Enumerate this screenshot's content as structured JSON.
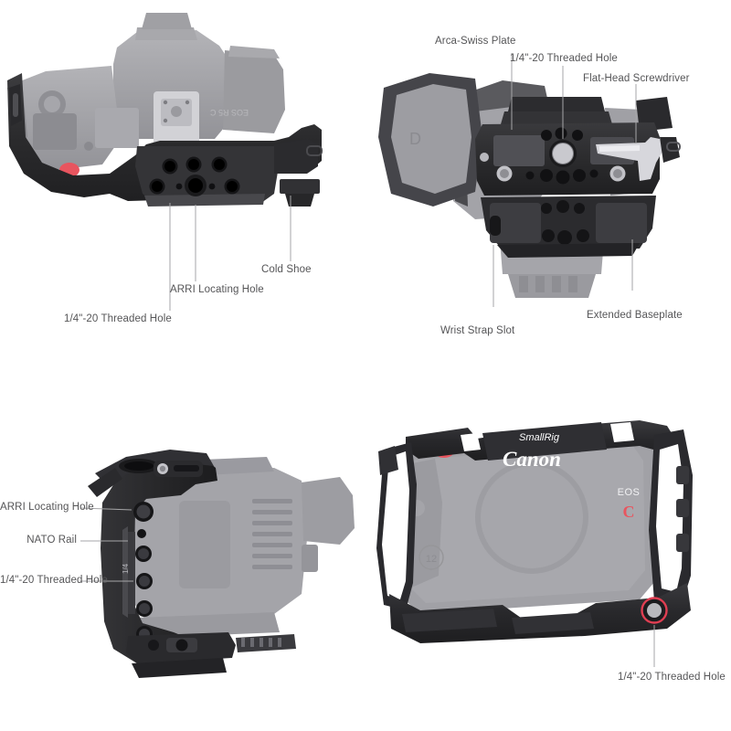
{
  "background_color": "#ffffff",
  "label_color": "#555557",
  "leader_color": "#9a9a9c",
  "accent_red": "#e8555f",
  "cage_color": "#2e2e30",
  "body_color": "#9d9da1",
  "panels": {
    "top_left": {
      "name": "top-down view with camera",
      "camera_marking": "EOS R5 C",
      "callouts": [
        {
          "label": "Cold Shoe"
        },
        {
          "label": "ARRI Locating Hole"
        },
        {
          "label": "1/4\"-20 Threaded Hole"
        }
      ]
    },
    "top_right": {
      "name": "bottom baseplate view",
      "callouts": [
        {
          "label": "Arca-Swiss Plate"
        },
        {
          "label": "1/4\"-20 Threaded Hole"
        },
        {
          "label": "Flat-Head Screwdriver"
        },
        {
          "label": "Extended Baseplate"
        },
        {
          "label": "Wrist Strap Slot"
        }
      ]
    },
    "bottom_left": {
      "name": "side profile view",
      "rail_marking": "1/4",
      "callouts": [
        {
          "label": "ARRI Locating Hole"
        },
        {
          "label": "NATO Rail"
        },
        {
          "label": "1/4\"-20 Threaded Hole"
        }
      ]
    },
    "bottom_right": {
      "name": "rear view with branding",
      "brand_cage": "SmallRig",
      "brand_camera": "Canon",
      "brand_series": "EOS",
      "brand_logo": "C",
      "body_marking": "12",
      "callouts": [
        {
          "label": "1/4\"-20 Threaded Hole"
        }
      ]
    }
  }
}
